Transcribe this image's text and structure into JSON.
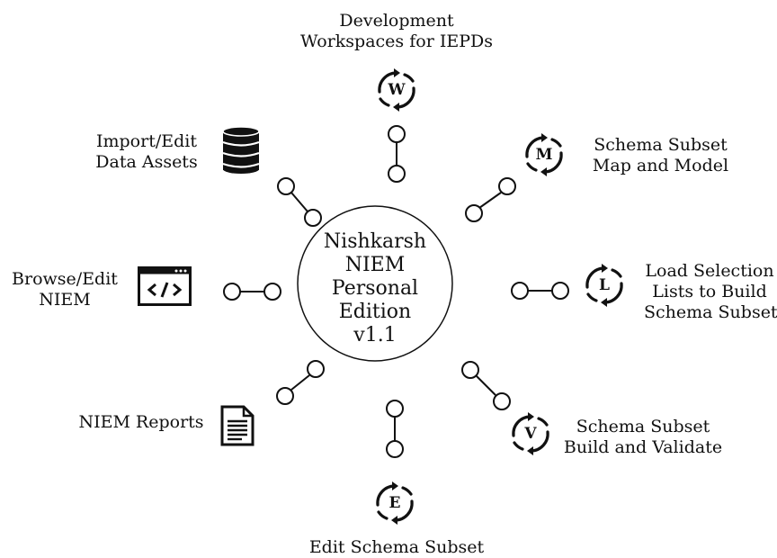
{
  "center": {
    "line1": "Nishkarsh",
    "line2": "NIEM",
    "line3": "Personal",
    "line4": "Edition",
    "line5": "v1.1"
  },
  "nodes": {
    "workspaces": {
      "line1": "Development",
      "line2": "Workspaces for IEPDs",
      "badge": "W",
      "icon": "cycle-icon"
    },
    "map_model": {
      "line1": "Schema Subset",
      "line2": "Map and Model",
      "badge": "M",
      "icon": "cycle-icon"
    },
    "selection_lists": {
      "line1": "Load Selection",
      "line2": "Lists to Build",
      "line3": "Schema Subset",
      "badge": "L",
      "icon": "cycle-icon"
    },
    "build_validate": {
      "line1": "Schema Subset",
      "line2": "Build and Validate",
      "badge": "V",
      "icon": "cycle-icon"
    },
    "edit_subset": {
      "line1": "Edit Schema Subset",
      "badge": "E",
      "icon": "cycle-icon"
    },
    "reports": {
      "line1": "NIEM Reports",
      "icon": "document-icon"
    },
    "browse_edit": {
      "line1": "Browse/Edit",
      "line2": "NIEM",
      "icon": "code-window-icon"
    },
    "import_edit": {
      "line1": "Import/Edit",
      "line2": "Data Assets",
      "icon": "database-icon"
    }
  },
  "colors": {
    "stroke": "#111111",
    "background": "#ffffff"
  }
}
